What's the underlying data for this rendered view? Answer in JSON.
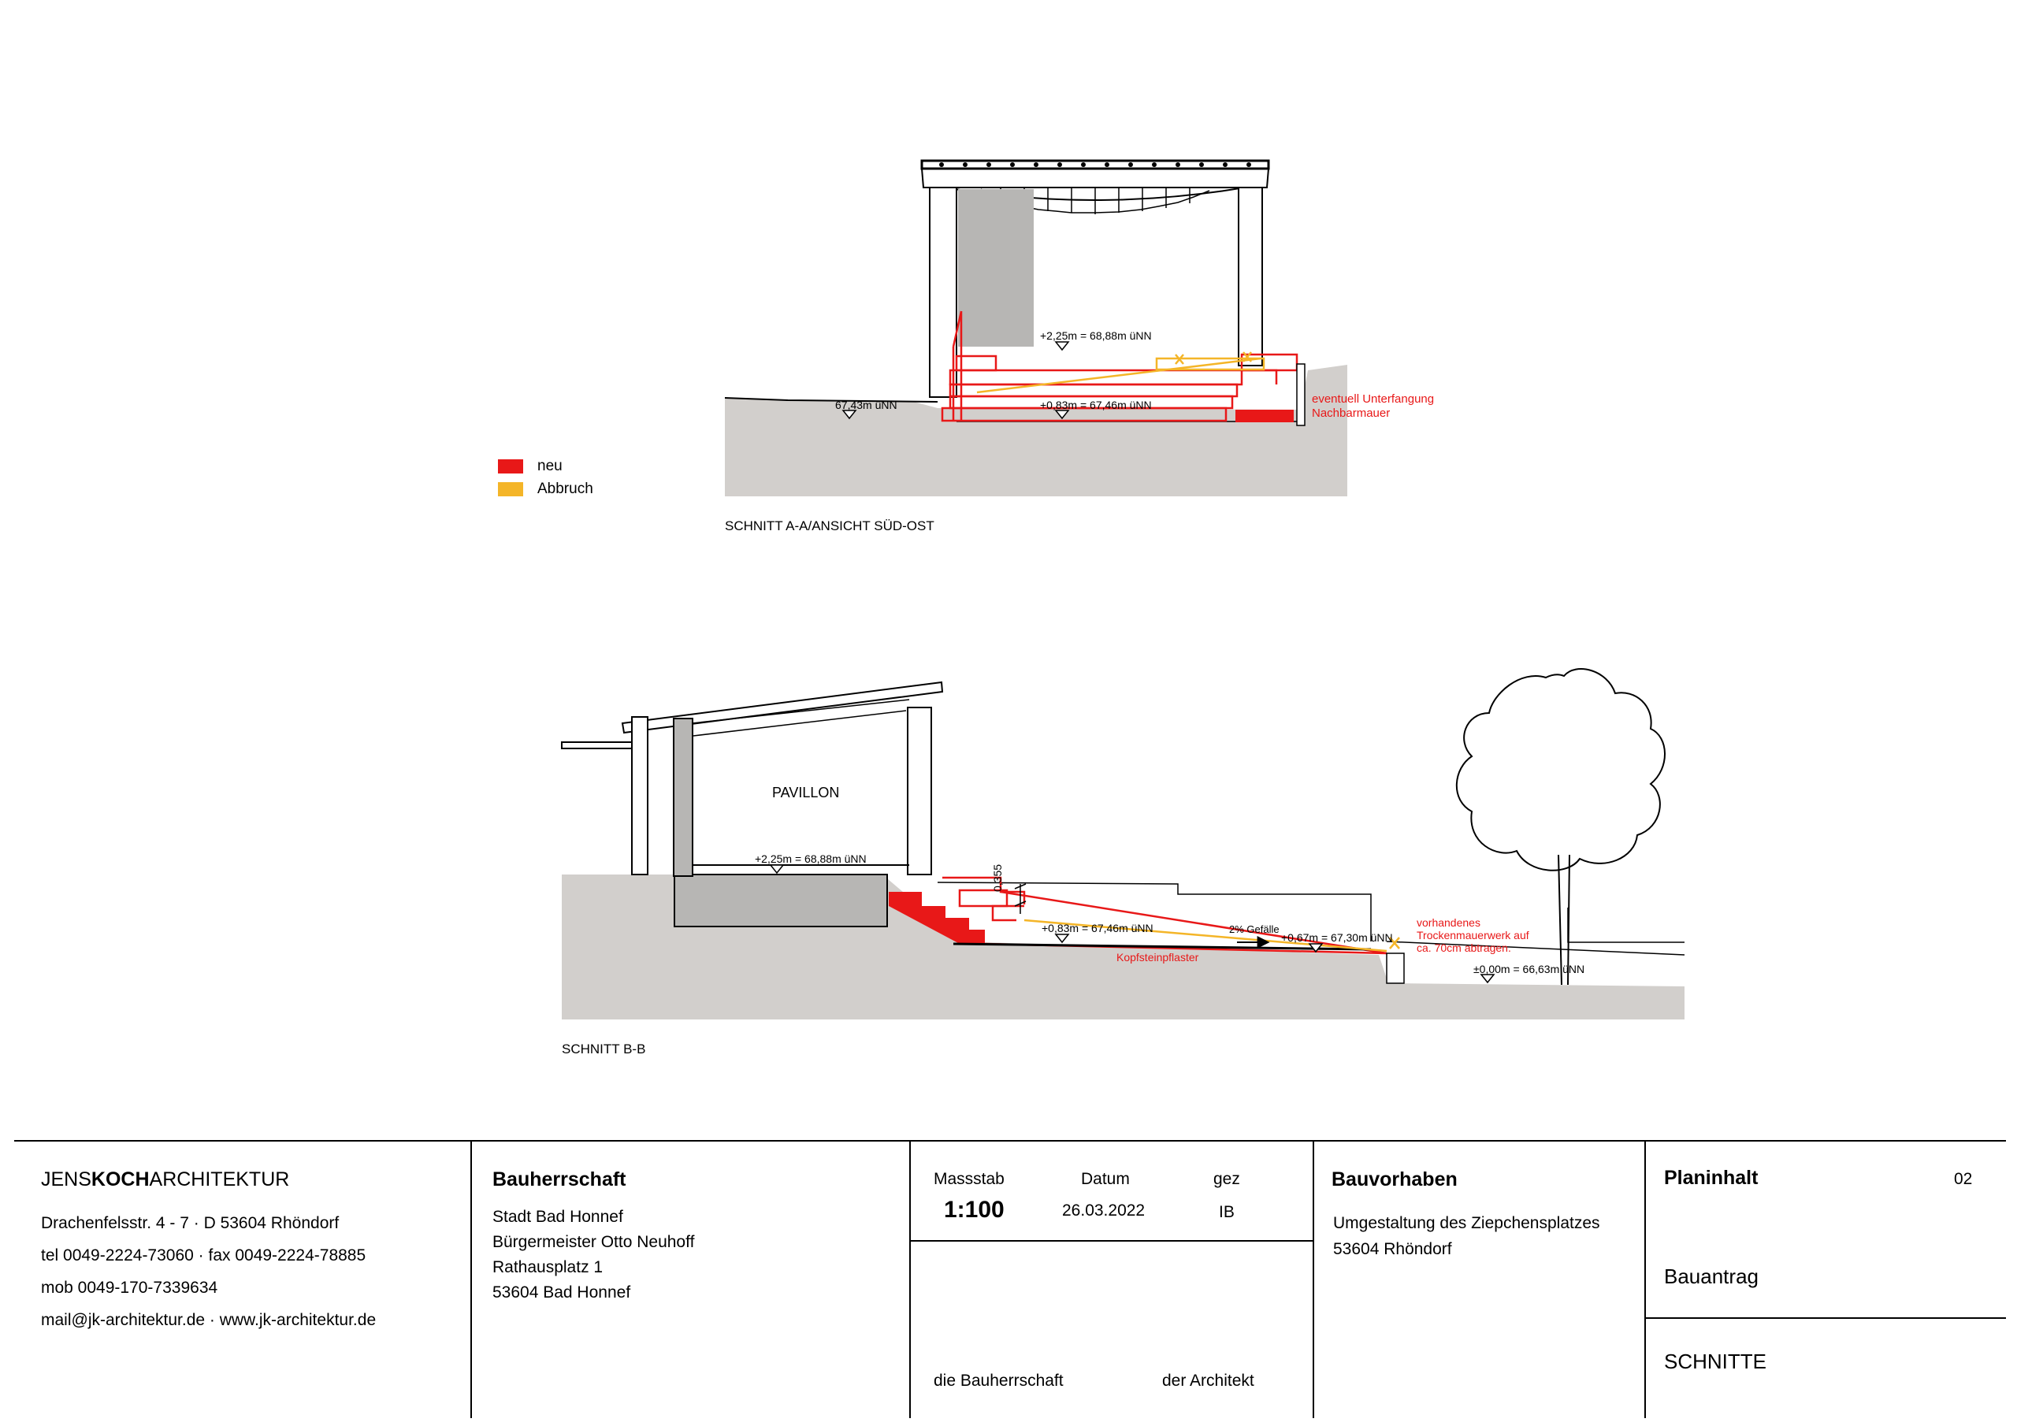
{
  "legend": {
    "new_label": "neu",
    "new_color": "#e81818",
    "demolition_label": "Abbruch",
    "demolition_color": "#f4b528"
  },
  "section_aa": {
    "title": "SCHNITT A-A/ANSICHT SÜD-OST",
    "level_top": "+2,25m = 68,88m üNN",
    "level_left": "67,43m üNN",
    "level_mid": "+0,83m = 67,46m üNN",
    "note_line1": "eventuell Unterfangung",
    "note_line2": "Nachbarmauer"
  },
  "section_bb": {
    "title": "SCHNITT B-B",
    "pavilion_label": "PAVILLON",
    "level_pavilion": "+2,25m = 68,88m üNN",
    "step_dimension": "0,355",
    "level_mid": "+0,83m = 67,46m üNN",
    "slope_label": "2% Gefälle",
    "level_right": "+0,67m = 67,30m üNN",
    "level_zero": "±0,00m = 66,63m üNN",
    "paving_label": "Kopfsteinpflaster",
    "note_line1": "vorhandenes",
    "note_line2": "Trockenmauerwerk auf",
    "note_line3": "ca. 70cm abtragen."
  },
  "titleblock": {
    "office": {
      "name_part1": "JENS",
      "name_part2": "KOCH",
      "name_part3": "ARCHITEKTUR",
      "address": "Drachenfelsstr. 4 - 7 · D 53604 Rhöndorf",
      "phone": "tel 0049-2224-73060 · fax 0049-2224-78885",
      "mobile": "mob 0049-170-7339634",
      "web": "mail@jk-architektur.de · www.jk-architektur.de"
    },
    "client": {
      "heading": "Bauherrschaft",
      "line1": "Stadt Bad Honnef",
      "line2": "Bürgermeister Otto Neuhoff",
      "line3": "Rathausplatz 1",
      "line4": "53604 Bad Honnef"
    },
    "meta": {
      "scale_label": "Massstab",
      "scale_value": "1:100",
      "date_label": "Datum",
      "date_value": "26.03.2022",
      "drawn_label": "gez",
      "drawn_value": "IB",
      "sign_client": "die Bauherrschaft",
      "sign_architect": "der Architekt"
    },
    "project": {
      "heading": "Bauvorhaben",
      "line1": "Umgestaltung des Ziepchensplatzes",
      "line2": "53604 Rhöndorf"
    },
    "plan": {
      "heading": "Planinhalt",
      "number": "02",
      "type": "Bauantrag",
      "content": "SCHNITTE"
    }
  }
}
